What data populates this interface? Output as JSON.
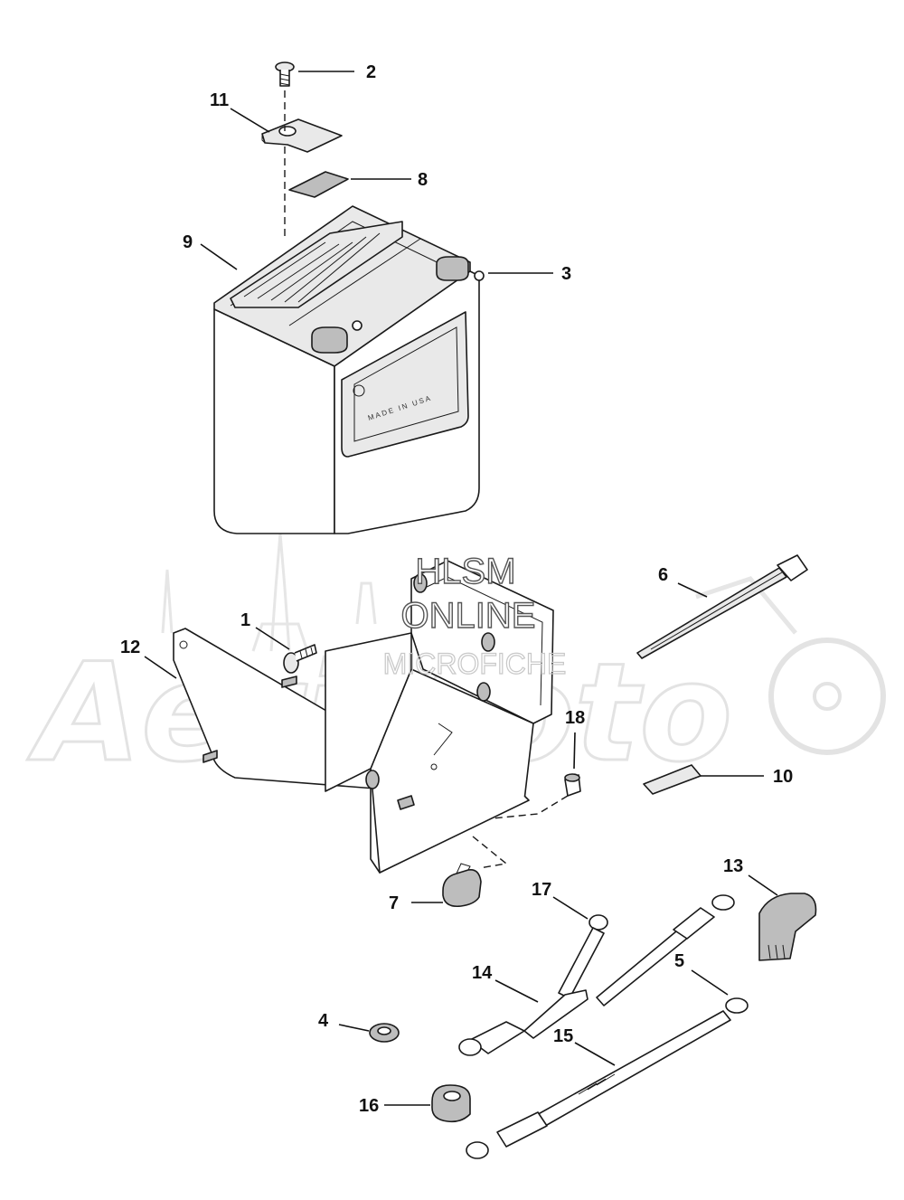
{
  "watermark": {
    "line1": "HLSM",
    "line2": "ONLINE",
    "line3": "MICROFICHE",
    "background_logo": "AeriMoto"
  },
  "battery_label": "MADE IN USA",
  "callouts": [
    {
      "id": "c1",
      "label": "1"
    },
    {
      "id": "c2",
      "label": "2"
    },
    {
      "id": "c3",
      "label": "3"
    },
    {
      "id": "c4",
      "label": "4"
    },
    {
      "id": "c5",
      "label": "5"
    },
    {
      "id": "c6",
      "label": "6"
    },
    {
      "id": "c7",
      "label": "7"
    },
    {
      "id": "c8",
      "label": "8"
    },
    {
      "id": "c9",
      "label": "9"
    },
    {
      "id": "c10",
      "label": "10"
    },
    {
      "id": "c11",
      "label": "11"
    },
    {
      "id": "c12",
      "label": "12"
    },
    {
      "id": "c13",
      "label": "13"
    },
    {
      "id": "c14",
      "label": "14"
    },
    {
      "id": "c15",
      "label": "15"
    },
    {
      "id": "c16",
      "label": "16"
    },
    {
      "id": "c17",
      "label": "17"
    },
    {
      "id": "c18",
      "label": "18"
    }
  ],
  "colors": {
    "line": "#1a1a1a",
    "background": "#ffffff",
    "watermark_outline": "#555555"
  }
}
